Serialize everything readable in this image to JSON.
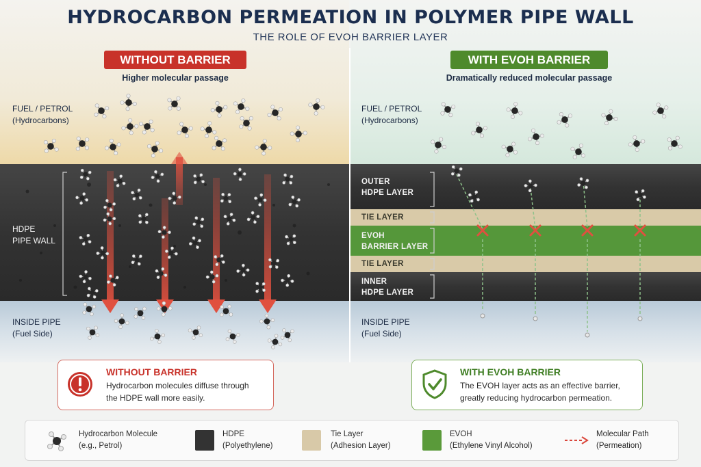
{
  "title": "HYDROCARBON PERMEATION IN POLYMER PIPE WALL",
  "subtitle": "THE ROLE OF EVOH BARRIER LAYER",
  "colors": {
    "red": "#c8322a",
    "green": "#4e8a2c",
    "hdpe": "#3a3a3a",
    "tie": "#d8c9a8",
    "evoh": "#5a9a3a",
    "navy": "#1b2e4f"
  },
  "left": {
    "heading": "WITHOUT BARRIER",
    "caption": "Higher molecular passage",
    "fuel_label": "FUEL / PETROL",
    "fuel_sublabel": "(Hydrocarbons)",
    "wall_label_1": "HDPE",
    "wall_label_2": "PIPE WALL",
    "inside_label": "INSIDE PIPE",
    "inside_sublabel": "(Fuel Side)",
    "info_title": "WITHOUT BARRIER",
    "info_line1": "Hydrocarbon molecules diffuse through",
    "info_line2": "the HDPE wall more easily.",
    "info_icon": "exclamation-icon"
  },
  "right": {
    "heading": "WITH EVOH BARRIER",
    "caption": "Dramatically reduced molecular passage",
    "fuel_label": "FUEL / PETROL",
    "fuel_sublabel": "(Hydrocarbons)",
    "layers": {
      "outer_1": "OUTER",
      "outer_2": "HDPE LAYER",
      "tie_top": "TIE LAYER",
      "evoh_1": "EVOH",
      "evoh_2": "BARRIER LAYER",
      "tie_bottom": "TIE LAYER",
      "inner_1": "INNER",
      "inner_2": "HDPE LAYER"
    },
    "inside_label": "INSIDE PIPE",
    "inside_sublabel": "(Fuel Side)",
    "info_title": "WITH EVOH BARRIER",
    "info_line1": "The EVOH layer acts as an effective barrier,",
    "info_line2": "greatly reducing hydrocarbon permeation.",
    "info_icon": "shield-check-icon"
  },
  "legend": [
    {
      "line1": "Hydrocarbon Molecule",
      "line2": "(e.g., Petrol)",
      "icon": "molecule-icon"
    },
    {
      "line1": "HDPE",
      "line2": "(Polyethylene)",
      "icon": "hdpe-swatch"
    },
    {
      "line1": "Tie Layer",
      "line2": "(Adhesion Layer)",
      "icon": "tie-swatch"
    },
    {
      "line1": "EVOH",
      "line2": "(Ethylene Vinyl Alcohol)",
      "icon": "evoh-swatch"
    },
    {
      "line1": "Molecular Path",
      "line2": "(Permeation)",
      "icon": "dashed-arrow-icon"
    }
  ]
}
